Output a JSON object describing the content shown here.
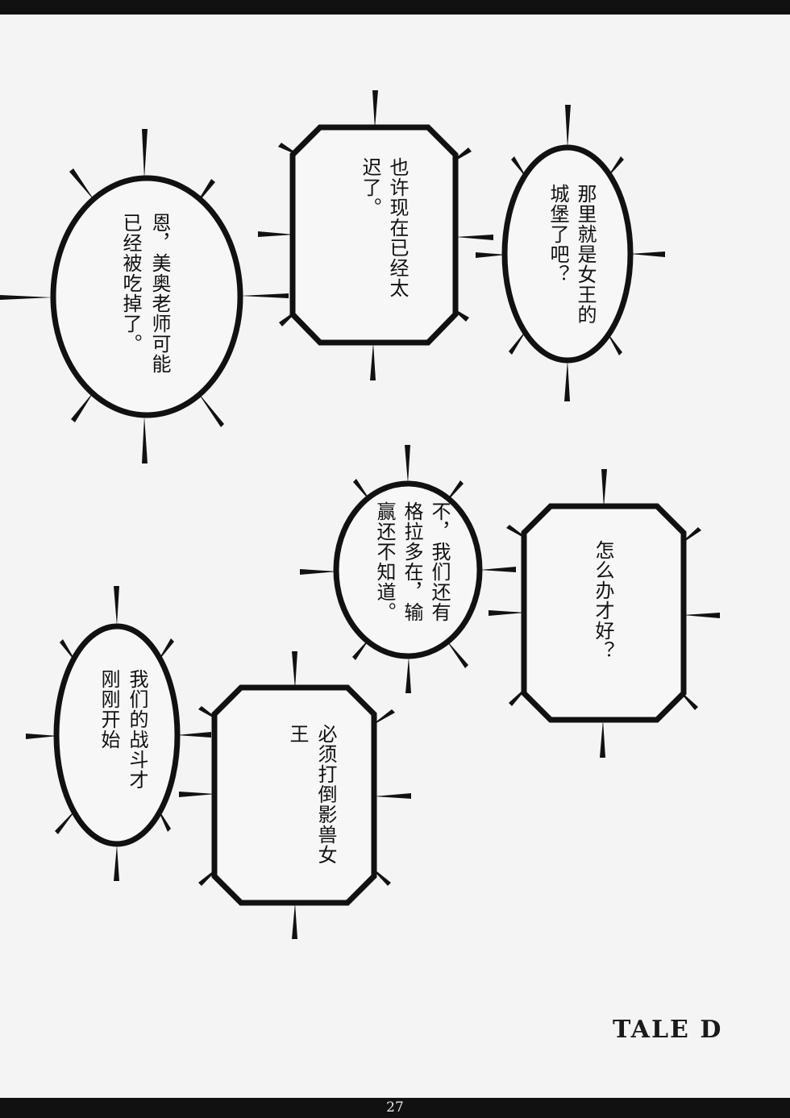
{
  "page": {
    "number": "27",
    "tale_label": "TALE D"
  },
  "bubbles": [
    {
      "id": "b1",
      "shape": "oval",
      "lines": [
        "恩，美奥老师可能",
        "已经被吃掉了。"
      ]
    },
    {
      "id": "b2",
      "shape": "rect",
      "lines": [
        "也许现在已经太",
        "迟了。"
      ]
    },
    {
      "id": "b3",
      "shape": "oval",
      "lines": [
        "那里就是女王的",
        "城堡了吧？"
      ]
    },
    {
      "id": "b4",
      "shape": "oval",
      "lines": [
        "不，我们还有",
        "格拉多在，输",
        "赢还不知道。"
      ]
    },
    {
      "id": "b5",
      "shape": "rect",
      "lines": [
        "怎么办才好？"
      ]
    },
    {
      "id": "b6",
      "shape": "oval",
      "lines": [
        "我们的战斗才",
        "刚刚开始"
      ]
    },
    {
      "id": "b7",
      "shape": "rect",
      "lines": [
        "必须打倒影兽女",
        "王"
      ]
    }
  ],
  "colors": {
    "paper": "#f4f4f4",
    "ink": "#111111",
    "bar": "#111111"
  }
}
